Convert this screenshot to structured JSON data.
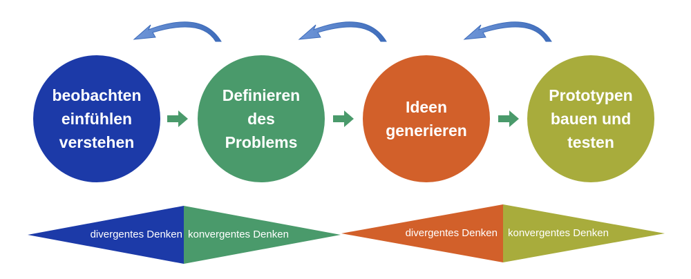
{
  "stages": [
    {
      "lines": [
        "beobachten",
        "einfühlen",
        "verstehen"
      ],
      "color": "#1C3AA8"
    },
    {
      "lines": [
        "Definieren",
        "des",
        "Problems"
      ],
      "color": "#4A9A6B"
    },
    {
      "lines": [
        "Ideen",
        "generieren"
      ],
      "color": "#D2602A"
    },
    {
      "lines": [
        "Prototypen",
        "bauen und",
        "testen"
      ],
      "color": "#A8AC3C"
    }
  ],
  "phases": [
    {
      "divergent_label": "divergentes Denken",
      "convergent_label": "konvergentes Denken",
      "divergent_color": "#1C3AA8",
      "convergent_color": "#4A9A6B"
    },
    {
      "divergent_label": "divergentes Denken",
      "convergent_label": "konvergentes Denken",
      "divergent_color": "#D2602A",
      "convergent_color": "#A8AC3C"
    }
  ],
  "connector_color": "#4A9A6B",
  "return_arrow_color": "#4F7BC4"
}
